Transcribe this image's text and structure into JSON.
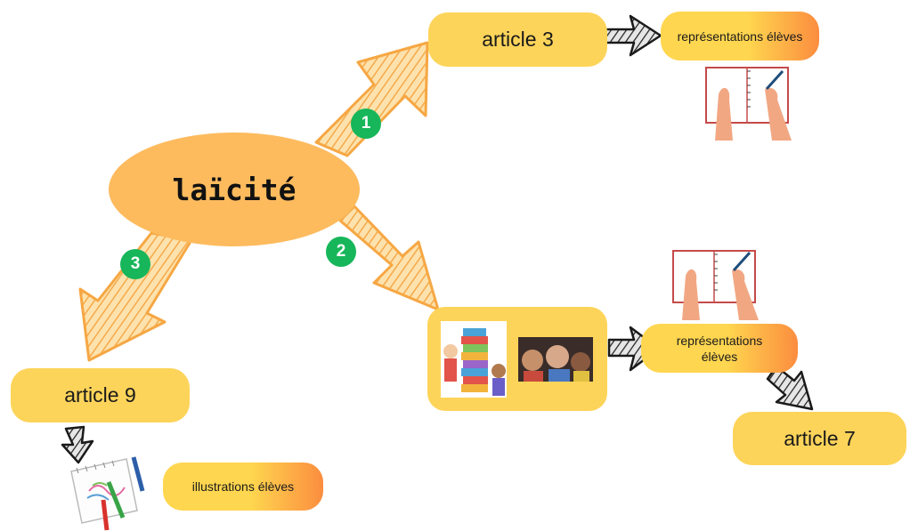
{
  "center": {
    "label": "laïcité"
  },
  "badges": [
    "1",
    "2",
    "3"
  ],
  "nodes": {
    "article3": "article 3",
    "article9": "article 9",
    "article7": "article 7",
    "rep_top": "représentations élèves",
    "rep_bottom": "représentations élèves",
    "illustrations": "illustrations élèves"
  },
  "colors": {
    "center_fill": "#fdbb5e",
    "pill_fill": "#fdd45a",
    "badge_green": "#17b65a",
    "orange_gradient_end": "#fb8d3f"
  },
  "icons": [
    "notebook-writing-icon",
    "notebook-writing-icon",
    "drawing-pad-pencils-icon",
    "stacked-books-kids-icon",
    "children-photo"
  ]
}
